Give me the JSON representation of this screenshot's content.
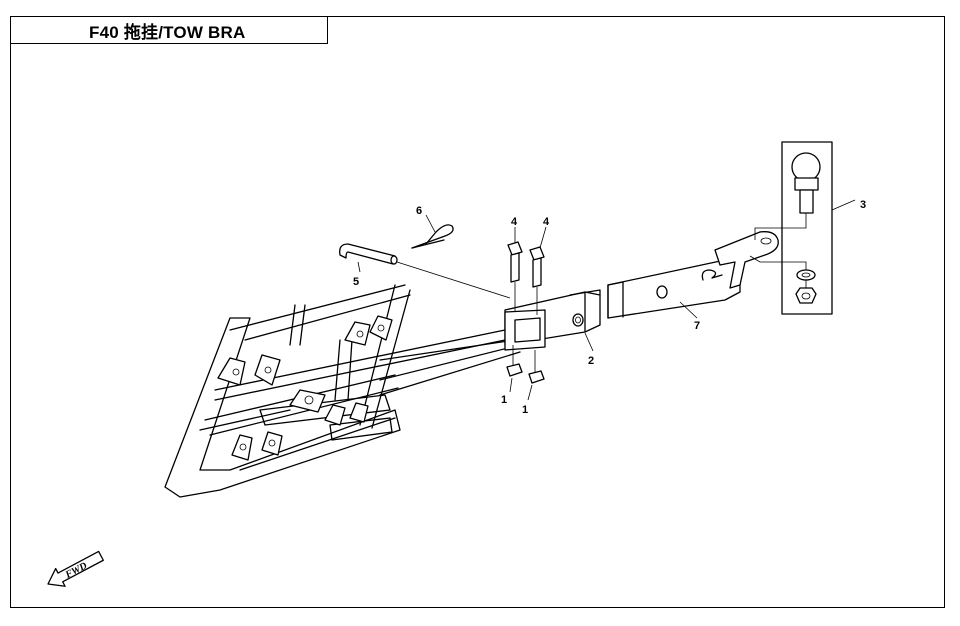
{
  "title": "F40  拖挂/TOW BRA",
  "callouts": {
    "c1a": "1",
    "c1b": "1",
    "c2": "2",
    "c3": "3",
    "c4a": "4",
    "c4b": "4",
    "c5": "5",
    "c6": "6",
    "c7": "7"
  },
  "direction_label": "FWD",
  "parts_icons": [
    "frame",
    "receiver-tube",
    "tow-ball",
    "bolt",
    "nut",
    "pin",
    "clip",
    "drawbar"
  ]
}
